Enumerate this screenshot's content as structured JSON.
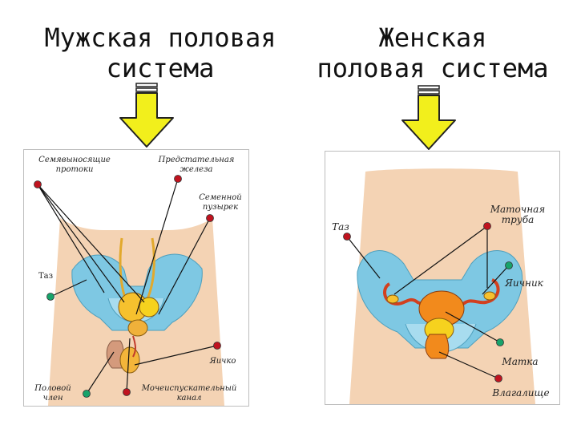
{
  "male": {
    "title_line1": "Мужская половая",
    "title_line2": "система",
    "labels": {
      "vas_deferens_1": "Семявыносящие",
      "vas_deferens_2": "протоки",
      "prostate_1": "Предстательная",
      "prostate_2": "железа",
      "seminal_1": "Семенной",
      "seminal_2": "пузырек",
      "pelvis": "Таз",
      "testis": "Яичко",
      "penis_1": "Половой",
      "penis_2": "член",
      "urethra_1": "Мочеиспускательный",
      "urethra_2": "канал"
    }
  },
  "female": {
    "title_line1": "Женская",
    "title_line2": "половая система",
    "labels": {
      "tube_1": "Маточная",
      "tube_2": "труба",
      "pelvis": "Таз",
      "ovary": "Яичник",
      "uterus": "Матка",
      "vagina": "Влагалище"
    }
  },
  "colors": {
    "arrow": "#f2ef1c",
    "pelvis": "#7ec8e3",
    "skin": "#f4d3b4",
    "organ_orange": "#f28a1c",
    "organ_yellow": "#f6d21e",
    "pin_red": "#c0131f",
    "pin_green": "#17a36a"
  }
}
